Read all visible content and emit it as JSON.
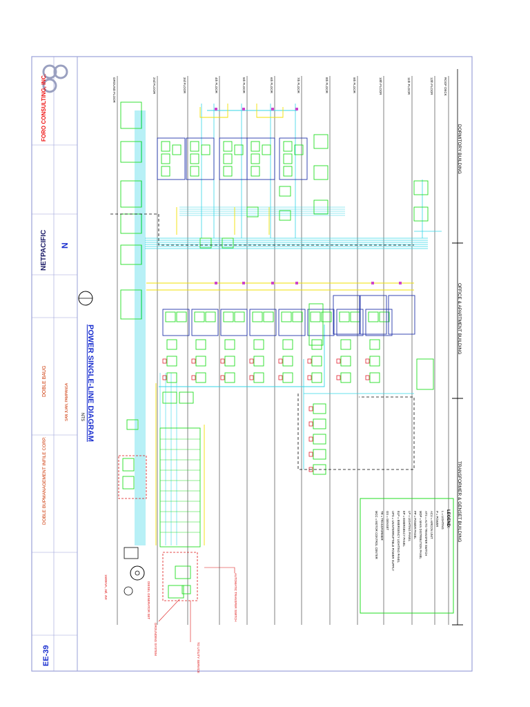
{
  "colors": {
    "border": "#9aa0d8",
    "equipment": "#22dd22",
    "bus": "#33d6e6",
    "feeder": "#f2e000",
    "meter": "#e11d2b",
    "panel_frame": "#2233aa",
    "leader_note": "#dd1111",
    "title_blue": "#1a2fcf",
    "logo_red": "#ee1111"
  },
  "sheet": {
    "title": "POWER SINGLE-LINE DIAGRAM",
    "scale": "NTS",
    "sheet_no": "EE-39"
  },
  "title_block": {
    "consultant": "FORO CONSULTING, INC.",
    "partner": "NETPACIFIC",
    "project": "DOBLE BAUG",
    "owner": "DOBLE BUPMANAGEMENT INFILE CORP.",
    "project_site": "SAN JUAN, PAMPANGA"
  },
  "zones": [
    {
      "name": "DORMITORY BUILDING"
    },
    {
      "name": "OFFICE & APARTMENT BUILDING"
    },
    {
      "name": "TRANSFORMER & GENSET BUILDING"
    }
  ],
  "floors": [
    {
      "label": "ROOF DECK"
    },
    {
      "label": "12th FLOOR"
    },
    {
      "label": "11th FLOOR"
    },
    {
      "label": "10th FLOOR"
    },
    {
      "label": "9th FLOOR"
    },
    {
      "label": "8th FLOOR"
    },
    {
      "label": "7th FLOOR"
    },
    {
      "label": "6th FLOOR"
    },
    {
      "label": "5th FLOOR"
    },
    {
      "label": "4th FLOOR"
    },
    {
      "label": "3rd FLOOR"
    },
    {
      "label": "2nd FLOOR"
    },
    {
      "label": "GROUND FLOOR"
    }
  ],
  "legend": {
    "title": "LEGEND:",
    "items": [
      "L = LIGHTING",
      "P = POWER",
      "ACU = AIRCON UNIT",
      "ATS = AUTO TRANSFER SWITCH",
      "MDP = MAIN DISTRIBUTION PANEL",
      "PP = POWER PANEL",
      "LP = LIGHTING PANEL",
      "EP = EMERGENCY PANEL",
      "ELP = EMERGENCY LIGHTING PANEL",
      "UPS = UNINTERRUPTIBLE POWER SUPPLY",
      "GS = GENSET",
      "TR = TRANSFORMER",
      "MCC = MOTOR CONTROL CENTER"
    ]
  },
  "callouts": [
    {
      "text": "1500KVA, 3Ø, 4W"
    },
    {
      "text": "DIESEL GENERATOR SET"
    },
    {
      "text": "AUTOMATIC TRANSFER SWITCH"
    },
    {
      "text": "TO UTILITY SERVICE"
    },
    {
      "text": "GROUNDING SYSTEM"
    }
  ]
}
